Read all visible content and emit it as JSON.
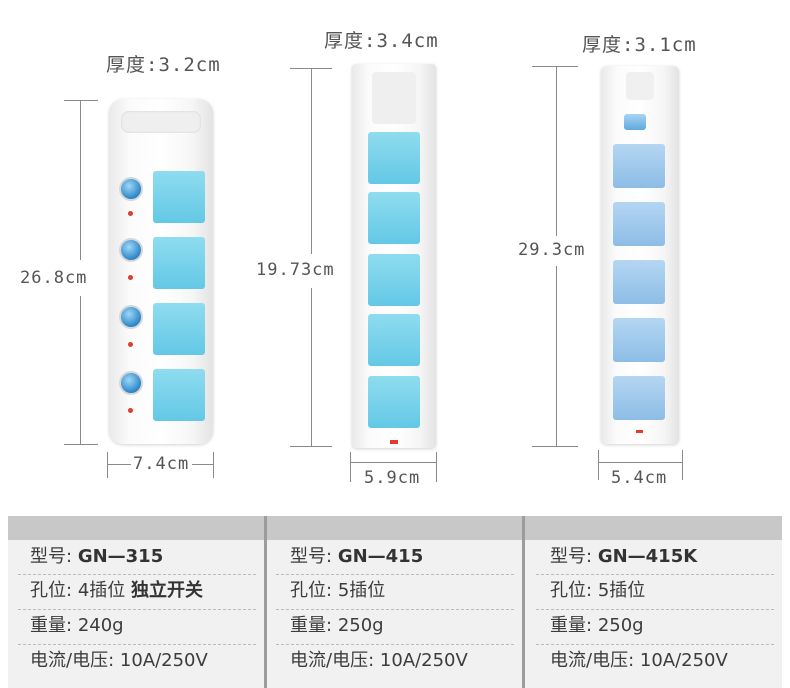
{
  "products": [
    {
      "thickness": "厚度:3.2cm",
      "height": "26.8cm",
      "width": "7.4cm",
      "spec": {
        "model_label": "型号:",
        "model": "GN—315",
        "holes_label": "孔位:",
        "holes": "4插位",
        "holes_extra": "独立开关",
        "weight_label": "重量:",
        "weight": "240g",
        "rating_label": "电流/电压:",
        "rating": "10A/250V"
      }
    },
    {
      "thickness": "厚度:3.4cm",
      "height": "19.73cm",
      "width": "5.9cm",
      "spec": {
        "model_label": "型号:",
        "model": "GN—415",
        "holes_label": "孔位:",
        "holes": "5插位",
        "weight_label": "重量:",
        "weight": "250g",
        "rating_label": "电流/电压:",
        "rating": "10A/250V"
      }
    },
    {
      "thickness": "厚度:3.1cm",
      "height": "29.3cm",
      "width": "5.4cm",
      "spec": {
        "model_label": "型号:",
        "model": "GN—415K",
        "holes_label": "孔位:",
        "holes": "5插位",
        "weight_label": "重量:",
        "weight": "250g",
        "rating_label": "电流/电压:",
        "rating": "10A/250V"
      }
    }
  ],
  "colors": {
    "socket_blue": "#63c8e6",
    "socket_light_blue": "#8dbde6",
    "switch_blue": "#2d86c8",
    "led_red": "#e53b2b",
    "table_header": "#c8c8c8",
    "table_body": "#f1f1f1"
  }
}
